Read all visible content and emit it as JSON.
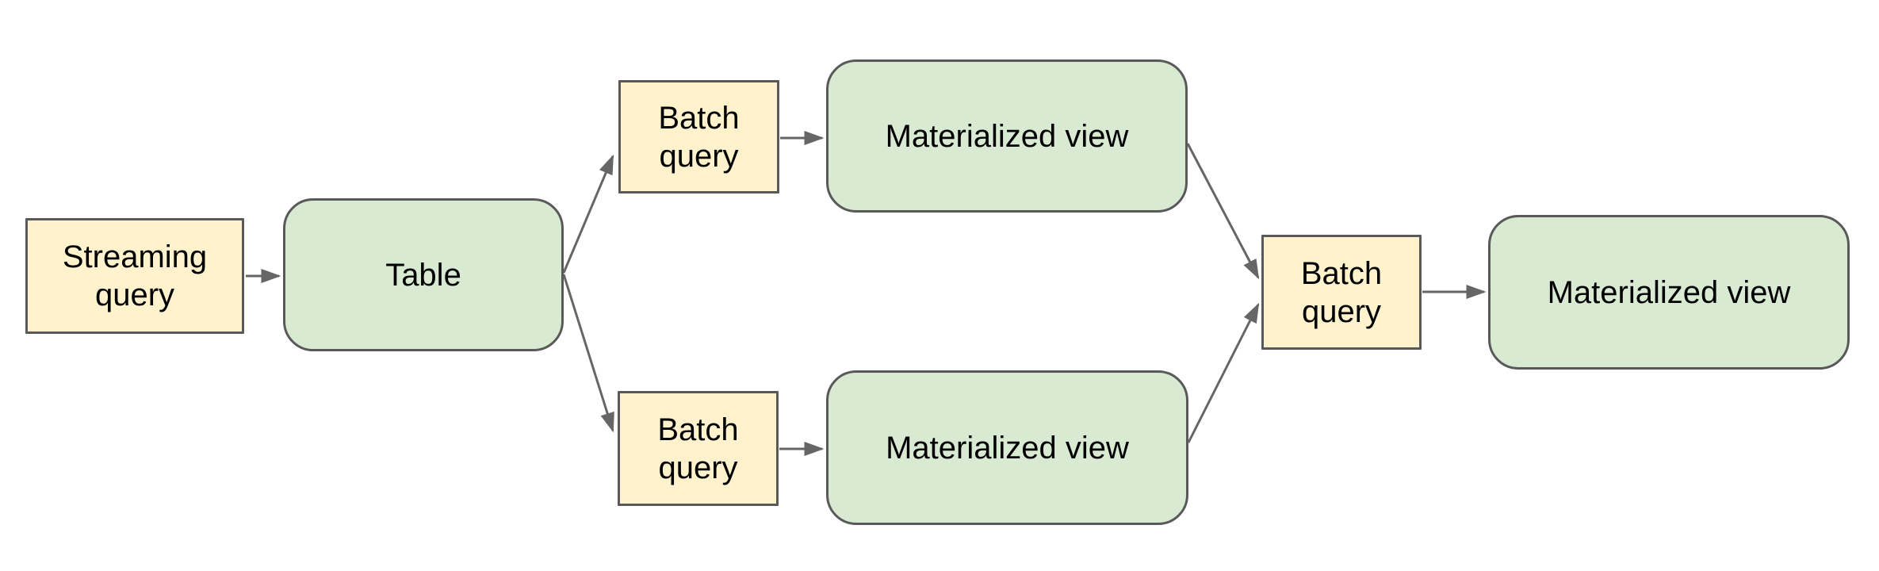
{
  "diagram": {
    "colors": {
      "canvas_bg": "#ffffff",
      "query_fill": "#fff2cc",
      "entity_fill": "#d9ead3",
      "border": "#595959",
      "arrow": "#666666",
      "text": "#000000"
    },
    "nodes": {
      "streaming_query": {
        "label": "Streaming query",
        "type": "query"
      },
      "table": {
        "label": "Table",
        "type": "entity"
      },
      "batch_query_top": {
        "label": "Batch query",
        "type": "query"
      },
      "materialized_view_top": {
        "label": "Materialized view",
        "type": "entity"
      },
      "batch_query_bottom": {
        "label": "Batch query",
        "type": "query"
      },
      "materialized_view_bottom": {
        "label": "Materialized view",
        "type": "entity"
      },
      "batch_query_right": {
        "label": "Batch query",
        "type": "query"
      },
      "materialized_view_right": {
        "label": "Materialized view",
        "type": "entity"
      }
    },
    "edges": [
      {
        "from": "streaming_query",
        "to": "table"
      },
      {
        "from": "table",
        "to": "batch_query_top"
      },
      {
        "from": "table",
        "to": "batch_query_bottom"
      },
      {
        "from": "batch_query_top",
        "to": "materialized_view_top"
      },
      {
        "from": "batch_query_bottom",
        "to": "materialized_view_bottom"
      },
      {
        "from": "materialized_view_top",
        "to": "batch_query_right"
      },
      {
        "from": "materialized_view_bottom",
        "to": "batch_query_right"
      },
      {
        "from": "batch_query_right",
        "to": "materialized_view_right"
      }
    ]
  }
}
